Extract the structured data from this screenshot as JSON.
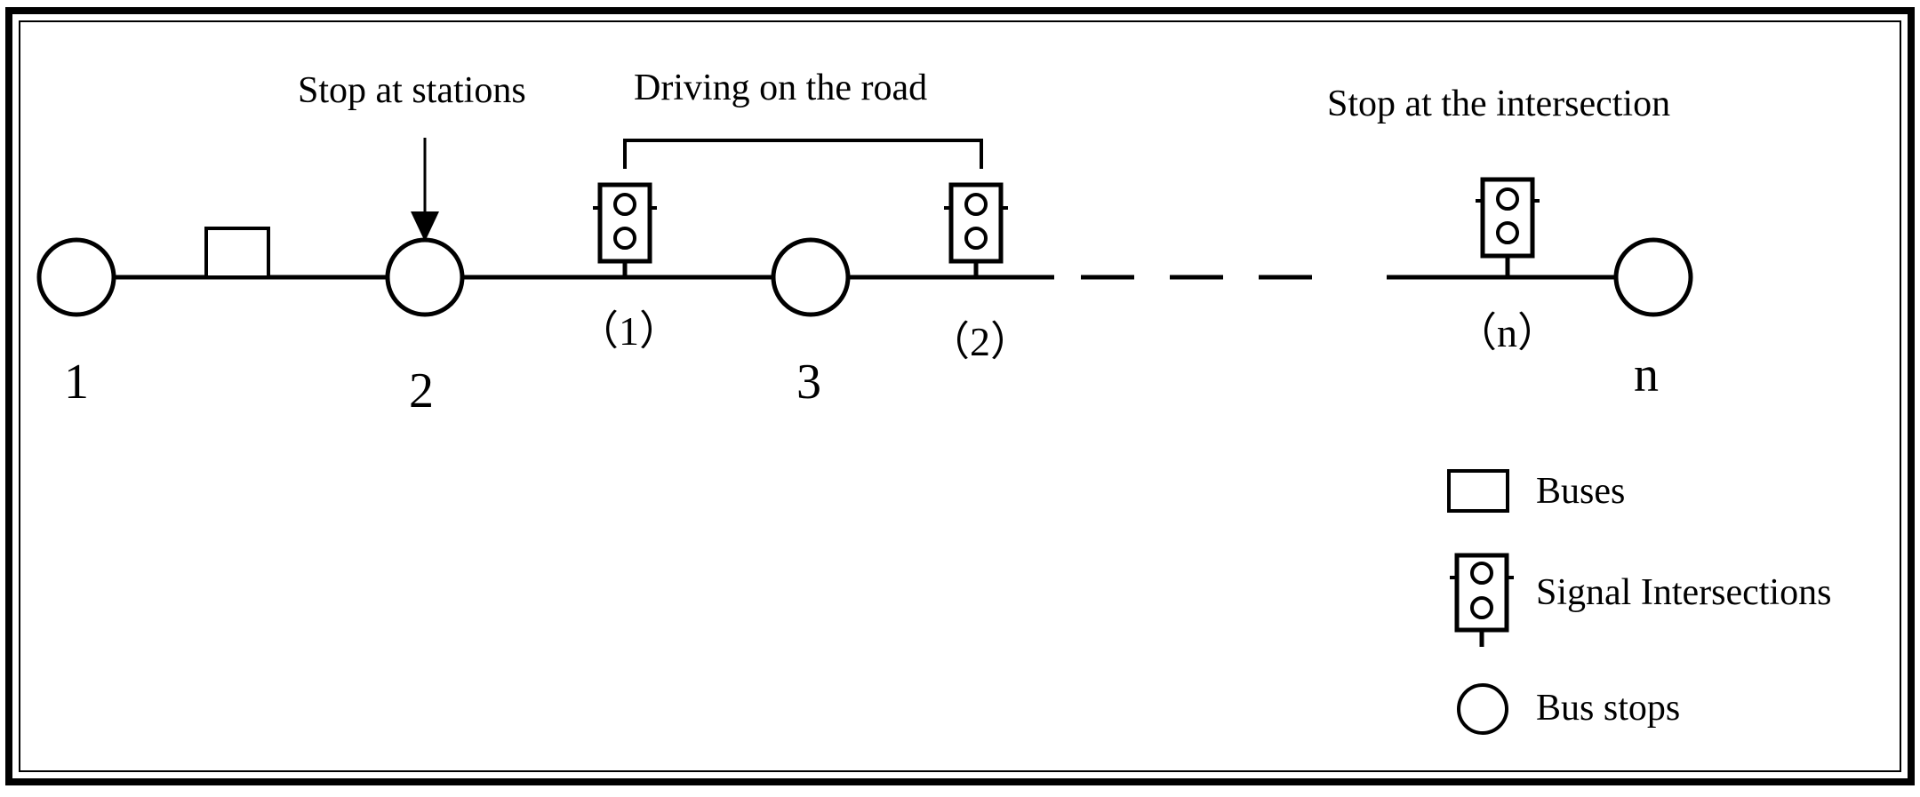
{
  "annotations": {
    "stop_at_stations": "Stop at stations",
    "driving_on_road": "Driving on the road",
    "stop_at_intersection": "Stop at the intersection"
  },
  "stops": [
    {
      "label": "1"
    },
    {
      "label": "2"
    },
    {
      "label": "3"
    },
    {
      "label": "n"
    }
  ],
  "signals": [
    {
      "label": "（1）"
    },
    {
      "label": "（2）"
    },
    {
      "label": "（n）"
    }
  ],
  "legend": {
    "buses": "Buses",
    "signal_intersections": "Signal Intersections",
    "bus_stops": "Bus stops"
  },
  "colors": {
    "stroke": "#000000",
    "background": "#ffffff"
  }
}
